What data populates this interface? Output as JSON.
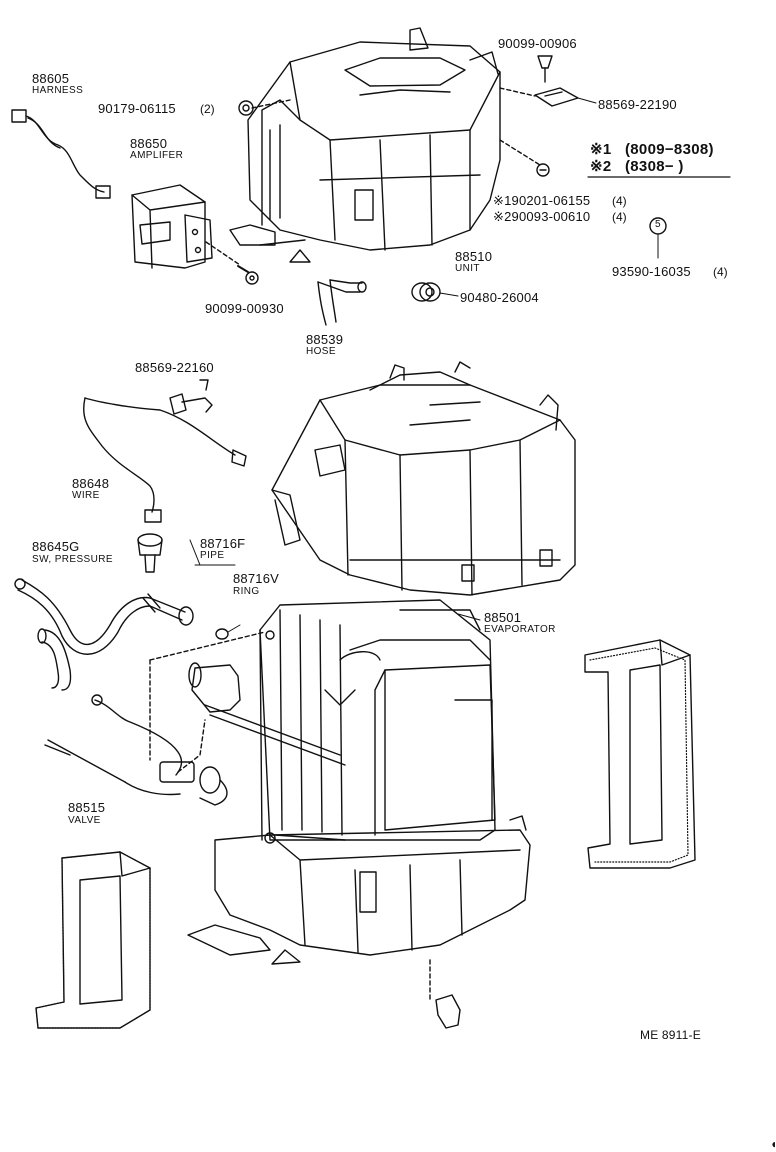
{
  "parts": {
    "harness": {
      "number": "88605",
      "name": "HARNESS"
    },
    "bolt_90179": {
      "number": "90179-06115",
      "qty": "(2)"
    },
    "amplifier": {
      "number": "88650",
      "name": "AMPLIFER"
    },
    "screw_90099_top": {
      "number": "90099-00906"
    },
    "bracket_88569_22190": {
      "number": "88569-22190"
    },
    "clip_190201": {
      "number": "※190201-06155",
      "qty": "(4)"
    },
    "clip_290093": {
      "number": "※290093-00610",
      "qty": "(4)"
    },
    "unit": {
      "number": "88510",
      "name": "UNIT"
    },
    "clip_93590": {
      "number": "93590-16035",
      "qty": "(4)",
      "marker": "5"
    },
    "screw_90099_00930": {
      "number": "90099-00930"
    },
    "grommet_90480": {
      "number": "90480-26004"
    },
    "hose": {
      "number": "88539",
      "name": "HOSE"
    },
    "bracket_88569_22160": {
      "number": "88569-22160"
    },
    "wire": {
      "number": "88648",
      "name": "WIRE"
    },
    "pressure_switch": {
      "number": "88645G",
      "name": "SW, PRESSURE"
    },
    "pipe": {
      "number": "88716F",
      "name": "PIPE"
    },
    "ring": {
      "number": "88716V",
      "name": "RING"
    },
    "evaporator": {
      "number": "88501",
      "name": "EVAPORATOR"
    },
    "valve": {
      "number": "88515",
      "name": "VALVE"
    }
  },
  "legend": {
    "row1": {
      "mark": "※1",
      "range": "(8009−8308)"
    },
    "row2": {
      "mark": "※2",
      "range": "(8308−       )"
    }
  },
  "catalog_code": "ME 8911-E"
}
